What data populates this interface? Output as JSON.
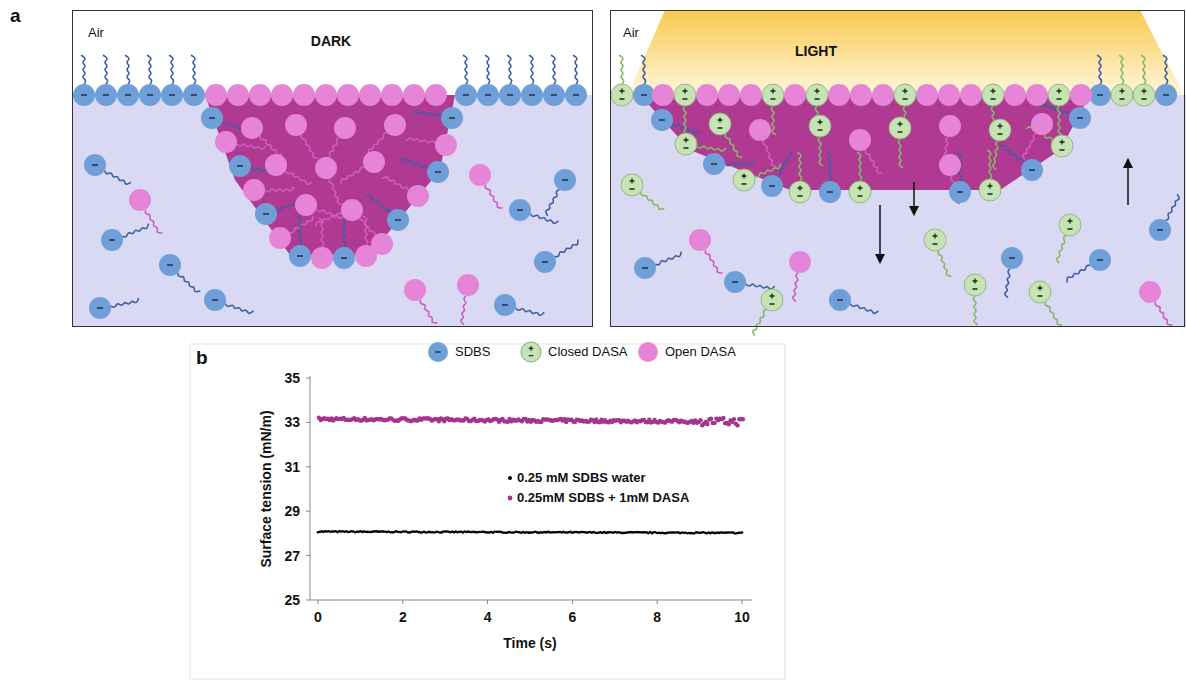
{
  "diagram": {
    "nodes": [
      {
        "text": [
          "Air",
          "DARK"
        ]
      },
      {
        "text": [
          "Air",
          "LIGHT"
        ]
      }
    ],
    "labels": [
      "a",
      "b",
      "35",
      "33",
      "31",
      "29",
      "27",
      "25",
      "0",
      "2",
      "4",
      "6",
      "8",
      "10",
      "Time (s)",
      "Surface tension (mN/m)"
    ],
    "legend": [
      {
        "text": "SDBS",
        "color": "#6f9fd8"
      },
      {
        "text": "Closed DASA",
        "color": "#c6e3b4"
      },
      {
        "text": "Open DASA",
        "color": "#e684d8"
      },
      {
        "text": "0.25 mM SDBS water",
        "color": "#000000"
      },
      {
        "text": "0.25mM SDBS + 1mM DASA",
        "color": "#a5348f"
      }
    ]
  }
}
